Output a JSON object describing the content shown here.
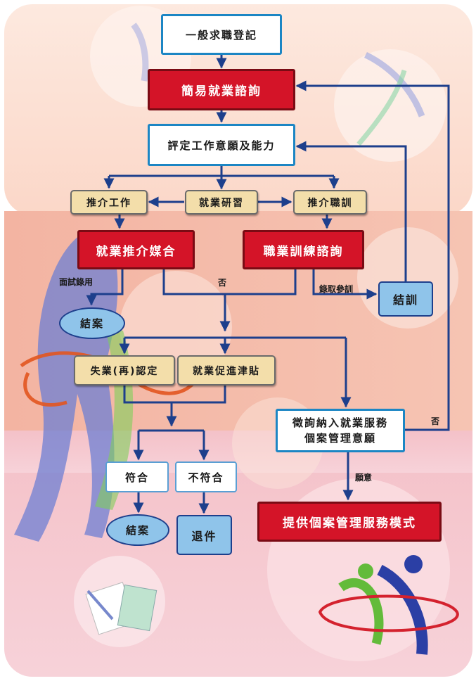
{
  "nodes": {
    "register": "一般求職登記",
    "simple_consult": "簡易就業諮詢",
    "assess": "評定工作意願及能力",
    "refer_job": "推介工作",
    "job_study": "就業研習",
    "refer_training": "推介職訓",
    "matching": "就業推介媒合",
    "training_consult": "職業訓練諮詢",
    "close_case_1": "結案",
    "training_complete": "結訓",
    "unemployment_cert": "失業(再)認定",
    "promotion_allowance": "就業促進津貼",
    "case_mgmt_q_line1": "徵詢納入就業服務",
    "case_mgmt_q_line2": "個案管理意願",
    "eligible": "符合",
    "ineligible": "不符合",
    "close_case_2": "結案",
    "return_doc": "退件",
    "provide_service": "提供個案管理服務模式"
  },
  "edge_labels": {
    "interview_hired": "面試錄用",
    "no_1": "否",
    "admitted": "錄取參訓",
    "no_2": "否",
    "willing": "願意"
  },
  "colors": {
    "arrow": "#1d3f8c",
    "red_box": "#d41428",
    "tan_box": "#f3deaa",
    "blue_box": "#8fc4ea"
  }
}
